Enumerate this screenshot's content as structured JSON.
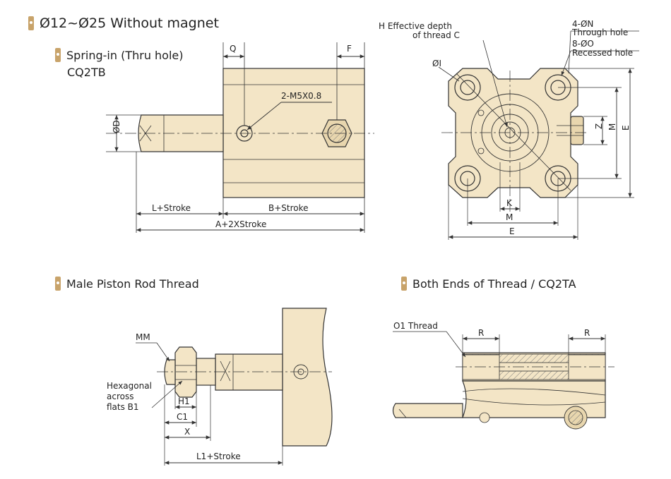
{
  "headers": {
    "main": "Ø12~Ø25 Without magnet",
    "spring": "Spring-in (Thru hole)",
    "spring_model": "CQ2TB",
    "male": "Male Piston Rod Thread",
    "both": "Both Ends of Thread / CQ2TA"
  },
  "labels": {
    "Q": "Q",
    "F": "F",
    "port": "2-M5X0.8",
    "D": "ØD",
    "L_stroke": "L+Stroke",
    "B_stroke": "B+Stroke",
    "A_stroke": "A+2XStroke",
    "H1": "H Effective depth",
    "H2": "of thread C",
    "N1": "4-ØN",
    "N2": "Through hole",
    "O1": "8-ØO",
    "O2": "Recessed hole",
    "I": "ØI",
    "Z": "Z",
    "M_vert": "M",
    "E_vert": "E",
    "K": "K",
    "M_horiz": "M",
    "E_horiz": "E",
    "MM": "MM",
    "hex1": "Hexagonal",
    "hex2": "across",
    "hex3": "flats B1",
    "H1_dim": "H1",
    "C1": "C1",
    "X": "X",
    "L1_stroke": "L1+Stroke",
    "O1_thread": "O1 Thread",
    "R_left": "R",
    "R_right": "R"
  },
  "colors": {
    "body": "#f3e5c6",
    "body_dark": "#e2cfa6",
    "line": "#333333",
    "accent": "#c8a36a"
  }
}
